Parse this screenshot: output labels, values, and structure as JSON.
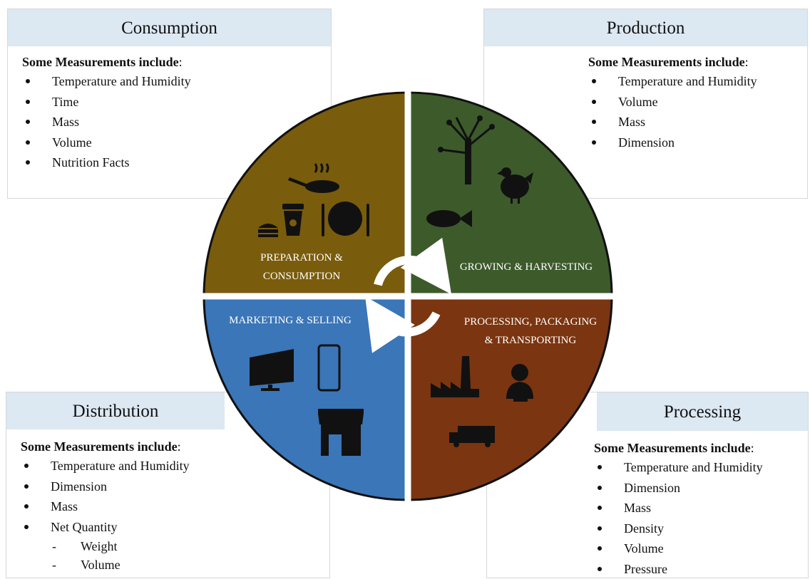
{
  "colors": {
    "preparation": "#7a5c0d",
    "growing": "#3d5a2b",
    "marketing": "#3a76b8",
    "processing": "#7b3510",
    "panel_header": "#dce8f2",
    "arrow": "#ffffff",
    "icon": "#111111"
  },
  "panels": {
    "consumption": {
      "title": "Consumption",
      "intro": "Some Measurements include",
      "colon": ":",
      "items": [
        "Temperature and Humidity",
        "Time",
        "Mass",
        "Volume",
        "Nutrition Facts"
      ]
    },
    "production": {
      "title": "Production",
      "intro": "Some Measurements include",
      "colon": ":",
      "items": [
        "Temperature and Humidity",
        "Volume",
        "Mass",
        "Dimension"
      ]
    },
    "distribution": {
      "title": "Distribution",
      "intro": "Some Measurements include",
      "colon": ":",
      "items": [
        "Temperature and Humidity",
        "Dimension",
        "Mass",
        "Net Quantity"
      ],
      "subitems": [
        "Weight",
        "Volume"
      ]
    },
    "processing": {
      "title": "Processing",
      "intro": "Some Measurements include",
      "colon": ":",
      "items": [
        "Temperature and Humidity",
        "Dimension",
        "Mass",
        "Density",
        "Volume",
        "Pressure"
      ]
    }
  },
  "wheel": {
    "preparation_line1": "PREPARATION &",
    "preparation_line2": "CONSUMPTION",
    "growing": "GROWING & HARVESTING",
    "marketing": "MARKETING & SELLING",
    "processing_line1": "PROCESSING, PACKAGING",
    "processing_line2": "& TRANSPORTING",
    "icons": {
      "preparation": [
        "frying-pan-icon",
        "sandwich-icon",
        "coffee-cup-icon",
        "plate-cutlery-icon"
      ],
      "growing": [
        "tree-icon",
        "chicken-icon",
        "fish-icon"
      ],
      "marketing": [
        "monitor-icon",
        "smartphone-icon",
        "storefront-icon"
      ],
      "processing": [
        "factory-icon",
        "delivery-person-icon",
        "truck-icon"
      ]
    }
  }
}
